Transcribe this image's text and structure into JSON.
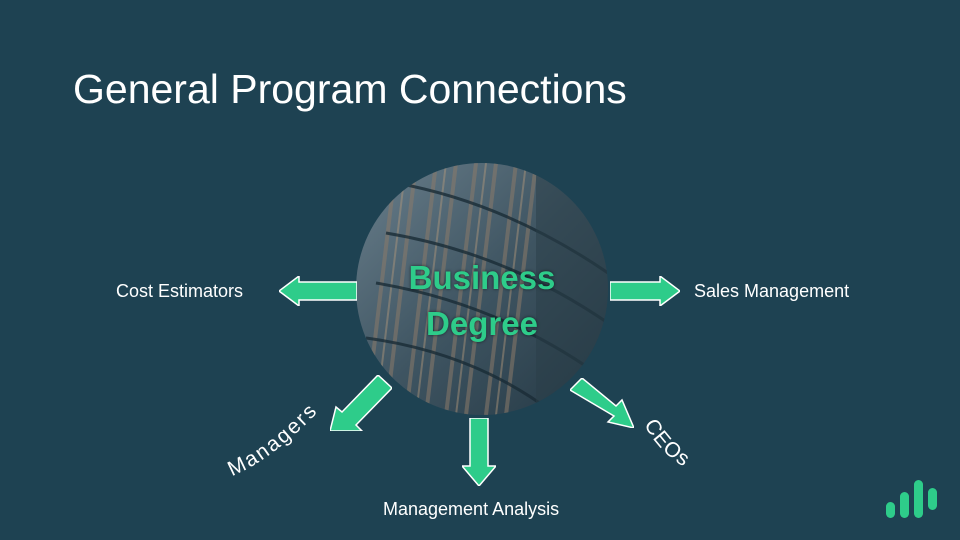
{
  "slide": {
    "title": "General Program Connections",
    "center": {
      "line1": "Business",
      "line2": "Degree"
    },
    "connections": {
      "left": "Cost Estimators",
      "right": "Sales Management",
      "bottom": "Management Analysis",
      "bottom_left": "Managers",
      "bottom_right": "CEOs"
    }
  },
  "colors": {
    "background": "#1e4252",
    "accent": "#2ecc8a",
    "text": "#ffffff"
  },
  "icons": [
    "bookshelf-photo",
    "arrow-left-icon",
    "arrow-right-icon",
    "arrow-down-icon",
    "arrow-down-left-icon",
    "arrow-down-right-icon",
    "bar-logo-icon"
  ]
}
